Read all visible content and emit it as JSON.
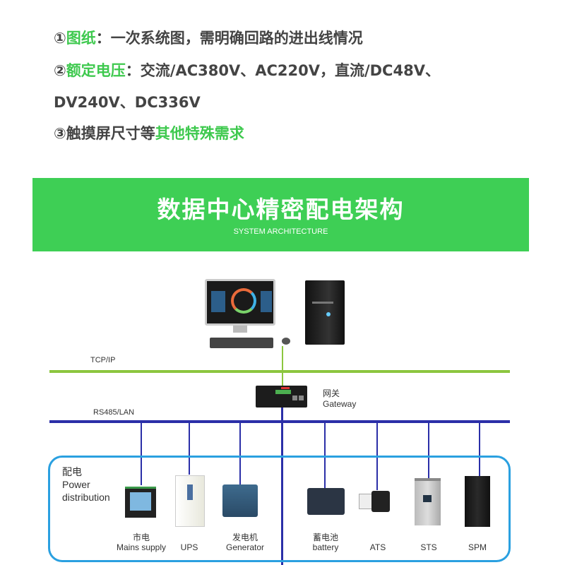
{
  "requirements": {
    "l1": {
      "num": "①",
      "key": "图纸",
      "rest": "：一次系统图，需明确回路的进出线情况"
    },
    "l2": {
      "num": "②",
      "key": "额定电压",
      "rest": "：交流/AC380V、AC220V，直流/DC48V、"
    },
    "l3": {
      "rest": "DV240V、DC336V"
    },
    "l4": {
      "num": "③",
      "pre": "触摸屏尺寸等",
      "key": "其他特殊需求"
    }
  },
  "banner": {
    "title": "数据中心精密配电架构",
    "subtitle": "SYSTEM ARCHITECTURE"
  },
  "diagram": {
    "tcp_label": "TCP/IP",
    "rs485_label": "RS485/LAN",
    "gateway_cn": "网关",
    "gateway_en": "Gateway",
    "group_cn": "配电",
    "group_en1": "Power",
    "group_en2": "distribution",
    "devices": [
      {
        "cn": "市电",
        "en": "Mains supply"
      },
      {
        "cn": "",
        "en": "UPS"
      },
      {
        "cn": "发电机",
        "en": "Generator"
      },
      {
        "cn": "蓄电池",
        "en": "battery"
      },
      {
        "cn": "",
        "en": "ATS"
      },
      {
        "cn": "",
        "en": "STS"
      },
      {
        "cn": "",
        "en": "SPM"
      }
    ]
  },
  "colors": {
    "green": "#3ecf55",
    "tcp": "#8cc63f",
    "rs485": "#2b2fa8",
    "box": "#2aa0e0"
  }
}
